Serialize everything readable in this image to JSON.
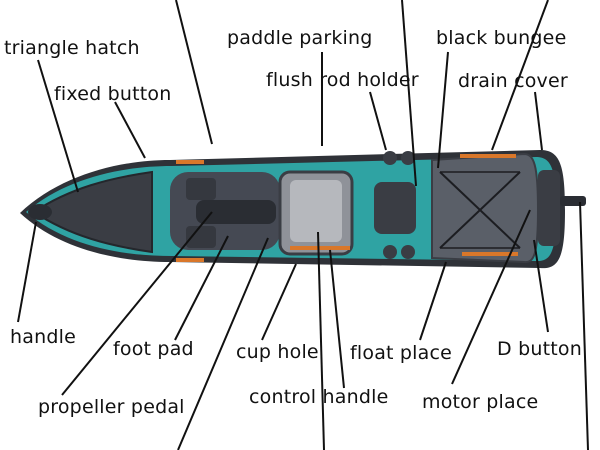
{
  "labels": {
    "triangle_hatch": "triangle hatch",
    "fixed_button": "fixed button",
    "paddle_parking": "paddle parking",
    "flush_rod_holder": "flush rod holder",
    "black_bungee": "black bungee",
    "drain_cover": "drain cover",
    "handle": "handle",
    "foot_pad": "foot pad",
    "cup_hole": "cup hole",
    "float_place": "float place",
    "d_button": "D button",
    "control_handle": "control handle",
    "motor_place": "motor place",
    "propeller_pedal": "propeller pedal"
  },
  "colors": {
    "hull_teal": "#2fa3a3",
    "hull_dark": "#3a3d44",
    "deck_grey": "#5a5f68",
    "accent_orange": "#d9772a",
    "line": "#111111"
  }
}
